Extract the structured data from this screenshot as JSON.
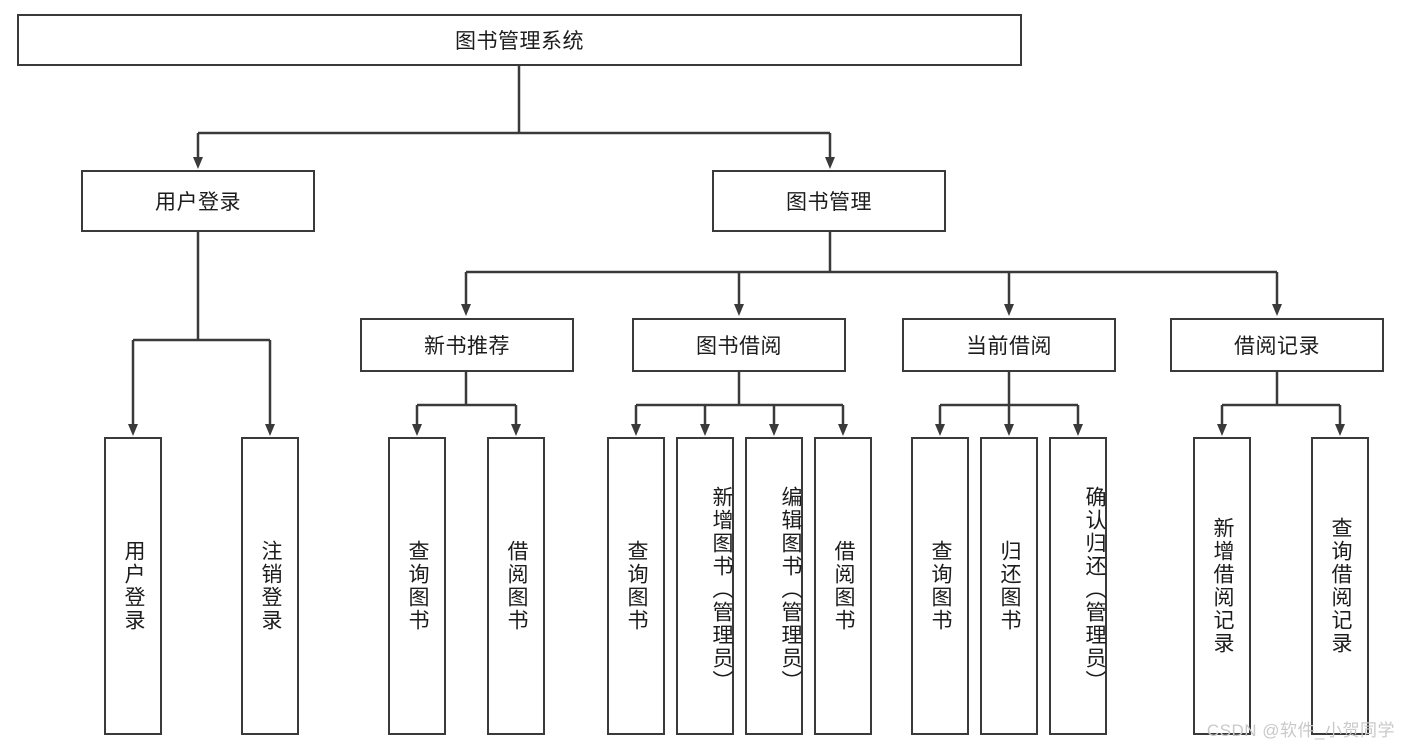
{
  "diagram": {
    "type": "tree-hierarchy-flowchart",
    "title": "图书管理系统",
    "background_color": "#ffffff",
    "line_color": "#3a3a3a",
    "box_border_color": "#3a3a3a",
    "text_color": "#1c1c1c"
  },
  "root": {
    "label": "图书管理系统"
  },
  "level2": [
    {
      "label": "用户登录"
    },
    {
      "label": "图书管理"
    }
  ],
  "level3": [
    {
      "label": "新书推荐"
    },
    {
      "label": "图书借阅"
    },
    {
      "label": "当前借阅"
    },
    {
      "label": "借阅记录"
    }
  ],
  "leaves": {
    "user_login": [
      {
        "label": "用户登录"
      },
      {
        "label": "注销登录"
      }
    ],
    "new_book_recommend": [
      {
        "label": "查询图书"
      },
      {
        "label": "借阅图书"
      }
    ],
    "book_borrow": [
      {
        "label": "查询图书"
      },
      {
        "label": "新增图书（管理员）"
      },
      {
        "label": "编辑图书（管理员）"
      },
      {
        "label": "借阅图书"
      }
    ],
    "current_borrow": [
      {
        "label": "查询图书"
      },
      {
        "label": "归还图书"
      },
      {
        "label": "确认归还（管理员）"
      }
    ],
    "borrow_record": [
      {
        "label": "新增借阅记录"
      },
      {
        "label": "查询借阅记录"
      }
    ]
  },
  "watermark": {
    "text": "CSDN @软件_小贺同学"
  }
}
